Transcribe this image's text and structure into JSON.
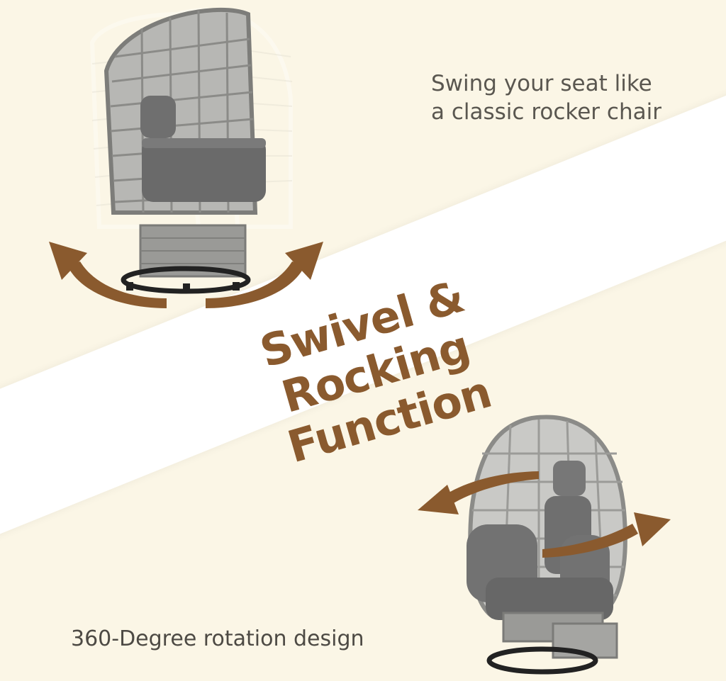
{
  "headline": {
    "line1": "Swivel & Rocking",
    "line2": "Function"
  },
  "captions": {
    "rocking": "Swing your seat like a classic rocker chair",
    "swivel": "360-Degree rotation design"
  },
  "colors": {
    "background": "#fbf6e6",
    "band": "#ffffff",
    "accent_brown": "#8a5a2e",
    "wicker_gray": "#8d8d8d",
    "cushion_gray": "#6e6e6e"
  },
  "icons": [
    "rocking-arrow-left-icon",
    "rocking-arrow-right-icon",
    "swivel-arrow-left-icon",
    "swivel-arrow-right-icon"
  ]
}
